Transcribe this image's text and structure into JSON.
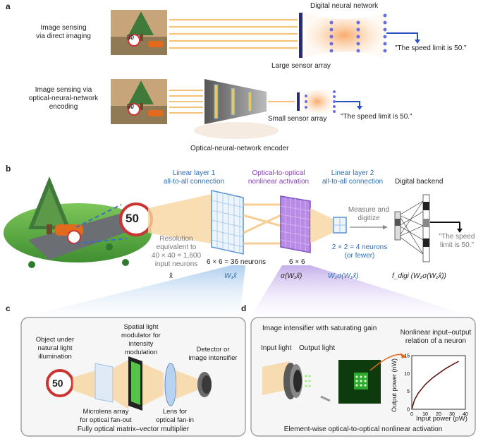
{
  "panel_a": {
    "letter": "a",
    "row1_label": "Image sensing\nvia direct imaging",
    "row2_label": "Image sensing via\noptical-neural-network\nencoding",
    "digital_nn_label": "Digital neural network",
    "large_sensor_label": "Large sensor array",
    "small_sensor_label": "Small sensor array",
    "quote1": "\"The speed limit is 50.\"",
    "quote2": "\"The speed limit is 50.\"",
    "encoder_label": "Optical-neural-network encoder",
    "sign_text": "50"
  },
  "panel_b": {
    "letter": "b",
    "linear1_title": "Linear layer 1\nall-to-all connection",
    "nonlinear_title": "Optical-to-optical\nnonlinear activation",
    "linear2_title": "Linear layer 2\nall-to-all connection",
    "digital_backend": "Digital backend",
    "sign_text": "50",
    "resolution_text": "Resolution\nequivalent to\n40 × 40 = 1,600\ninput neurons",
    "neurons36": "6 × 6 = 36 neurons",
    "size66": "6 × 6",
    "measure": "Measure and\ndigitize",
    "neurons4": "2 × 2 = 4 neurons\n(or fewer)",
    "quote": "\"The speed\nlimit is 50.\"",
    "eq_x": "x̂",
    "eq_w1x": "W₁x̂",
    "eq_sigma": "σ(W₁x̂)",
    "eq_w2": "W₂σ(W₁x̂)",
    "eq_fdigi": "f_digi (W₂σ(W₁x̂))"
  },
  "panel_c": {
    "letter": "c",
    "object_label": "Object under\nnatural light\nillumination",
    "slm_label": "Spatial light\nmodulator for\nintensity\nmodulation",
    "detector_label": "Detector or\nimage intensifier",
    "microlens_label": "Microlens array\nfor optical fan-out",
    "lens_label": "Lens for\noptical fan-in",
    "footer": "Fully optical matrix–vector multiplier",
    "sign_text": "50"
  },
  "panel_d": {
    "letter": "d",
    "intensifier_title": "Image intensifier with saturating gain",
    "input_light": "Input light",
    "output_light": "Output light",
    "nonlinear_title": "Nonlinear input–output\nrelation of a neuron",
    "footer": "Element-wise optical-to-optical nonlinear activation",
    "chart_ylabel": "Output power (nW)",
    "chart_xlabel": "Input power (pW)",
    "x_ticks": [
      "0",
      "10",
      "20",
      "30",
      "40"
    ],
    "y_ticks": [
      "0",
      "5",
      "10",
      "15"
    ]
  },
  "colors": {
    "beam": "#f6c27a",
    "blue_text": "#2f6db3",
    "purple_text": "#8a3fb8",
    "neuron": "#6a6fd8",
    "arrow_blue": "#2a4fbf"
  },
  "chart_data": {
    "type": "line",
    "xlabel": "Input power (pW)",
    "ylabel": "Output power (nW)",
    "xlim": [
      0,
      40
    ],
    "ylim": [
      0,
      15
    ],
    "x": [
      0,
      2,
      5,
      10,
      15,
      20,
      25,
      30,
      35
    ],
    "y": [
      0,
      2.6,
      4.6,
      6.9,
      8.6,
      10.0,
      11.3,
      12.4,
      13.4
    ]
  }
}
